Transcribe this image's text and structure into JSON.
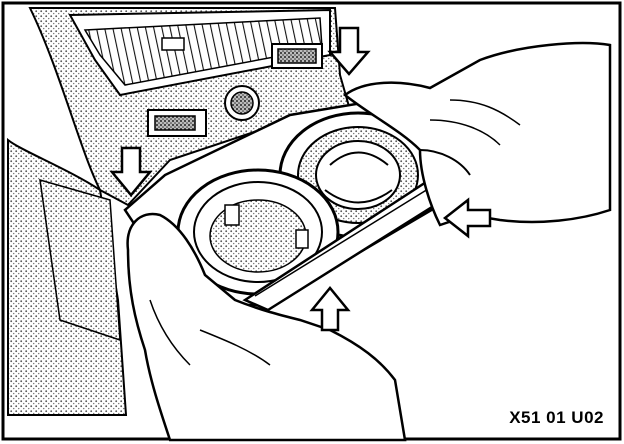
{
  "figure": {
    "code": "X51 01 U02",
    "ink_color": "#000000",
    "paper_color": "#ffffff",
    "arrows": [
      {
        "name": "arrow-top-right",
        "direction": "down"
      },
      {
        "name": "arrow-left",
        "direction": "down"
      },
      {
        "name": "arrow-right",
        "direction": "left"
      },
      {
        "name": "arrow-bottom",
        "direction": "up"
      }
    ]
  }
}
